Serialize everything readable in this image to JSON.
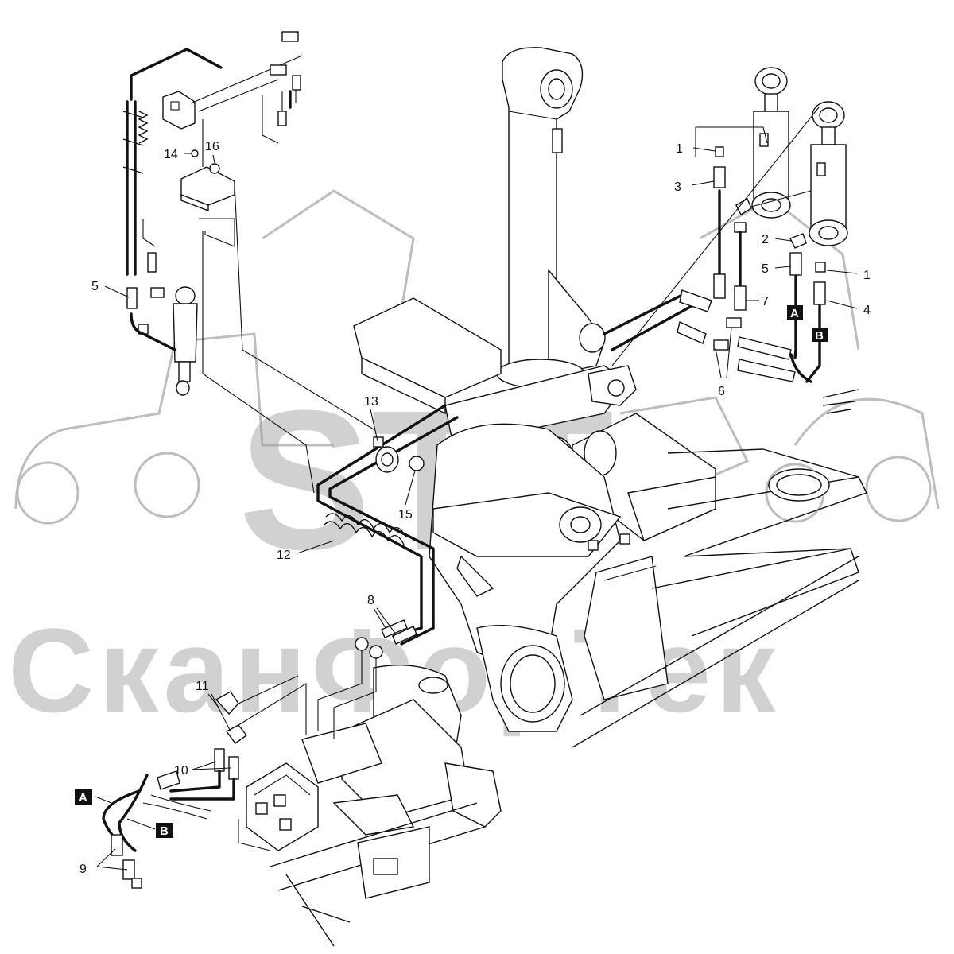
{
  "watermark": {
    "logo_text": "STT",
    "company_text": "СканФорТек"
  },
  "callouts": [
    {
      "id": "c1a",
      "label": "1"
    },
    {
      "id": "c3",
      "label": "3"
    },
    {
      "id": "c2",
      "label": "2"
    },
    {
      "id": "c5a",
      "label": "5"
    },
    {
      "id": "c1b",
      "label": "1"
    },
    {
      "id": "c7",
      "label": "7"
    },
    {
      "id": "c4",
      "label": "4"
    },
    {
      "id": "c6",
      "label": "6"
    },
    {
      "id": "c14",
      "label": "14"
    },
    {
      "id": "c16",
      "label": "16"
    },
    {
      "id": "c5b",
      "label": "5"
    },
    {
      "id": "c13",
      "label": "13"
    },
    {
      "id": "c15",
      "label": "15"
    },
    {
      "id": "c12",
      "label": "12"
    },
    {
      "id": "c8",
      "label": "8"
    },
    {
      "id": "c11",
      "label": "11"
    },
    {
      "id": "c10",
      "label": "10"
    },
    {
      "id": "c9",
      "label": "9"
    }
  ],
  "port_labels": [
    {
      "id": "pA1",
      "label": "A"
    },
    {
      "id": "pB1",
      "label": "B"
    },
    {
      "id": "pA2",
      "label": "A"
    },
    {
      "id": "pB2",
      "label": "B"
    }
  ]
}
